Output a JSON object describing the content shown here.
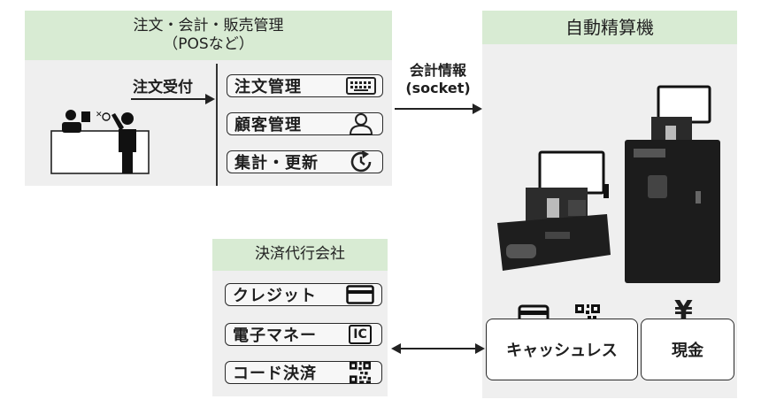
{
  "pos_panel": {
    "title_line1": "注文・会計・販売管理",
    "title_line2": "（POSなど）",
    "order_arrow_label": "注文受付",
    "items": [
      {
        "label": "注文管理",
        "icon": "keyboard-icon"
      },
      {
        "label": "顧客管理",
        "icon": "person-icon"
      },
      {
        "label": "集計・更新",
        "icon": "clock-refresh-icon"
      }
    ]
  },
  "link_label_line1": "会計情報",
  "link_label_line2": "(socket)",
  "kiosk_panel": {
    "title": "自動精算機",
    "cashless_button": "キャッシュレス",
    "cash_button": "現金",
    "yen_symbol": "¥"
  },
  "payment_panel": {
    "title": "決済代行会社",
    "items": [
      {
        "label": "クレジット",
        "icon": "credit-card-icon"
      },
      {
        "label": "電子マネー",
        "icon": "ic-card-icon",
        "icon_text": "IC"
      },
      {
        "label": "コード決済",
        "icon": "qr-code-icon"
      }
    ]
  },
  "colors": {
    "header_green": "#d8ebd3",
    "panel_gray": "#efefef",
    "machine_black": "#1c1c1c"
  }
}
